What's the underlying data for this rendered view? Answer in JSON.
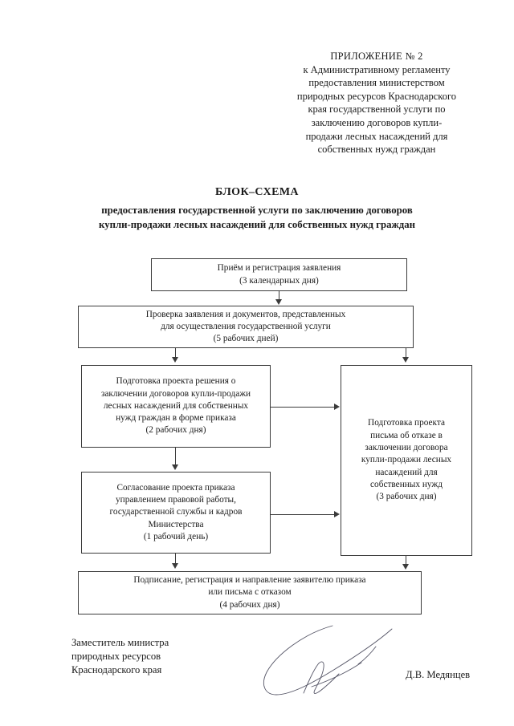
{
  "appendix": {
    "title": "ПРИЛОЖЕНИЕ № 2",
    "lines": [
      "к Административному регламенту",
      "предоставления министерством",
      "природных ресурсов Краснодарского",
      "края государственной услуги по",
      "заключению договоров купли-",
      "продажи лесных насаждений для",
      "собственных нужд граждан"
    ]
  },
  "doc_title": {
    "main": "БЛОК–СХЕМА",
    "sub_line1": "предоставления государственной услуги по заключению договоров",
    "sub_line2": "купли-продажи лесных насаждений для собственных нужд граждан"
  },
  "flowchart": {
    "nodes": [
      {
        "id": "accept",
        "lines": [
          "Приём и регистрация заявления",
          "(3 календарных дня)"
        ]
      },
      {
        "id": "check",
        "lines": [
          "Проверка заявления и документов, представленных",
          "для осуществления государственной услуги",
          "(5 рабочих дней)"
        ]
      },
      {
        "id": "prepare",
        "lines": [
          "Подготовка проекта решения о",
          "заключении договоров купли-продажи",
          "лесных насаждений для собственных",
          "нужд граждан в форме приказа",
          "(2 рабочих дня)"
        ]
      },
      {
        "id": "refusal",
        "lines": [
          "Подготовка проекта",
          "письма об отказе в",
          "заключении договора",
          "купли-продажи лесных",
          "насаждений для",
          "собственных нужд",
          "(3 рабочих дня)"
        ]
      },
      {
        "id": "approve",
        "lines": [
          "Согласование проекта приказа",
          "управлением правовой работы,",
          "государственной службы и кадров",
          "Министерства",
          "(1 рабочий день)"
        ]
      },
      {
        "id": "sign",
        "lines": [
          "Подписание, регистрация и направление заявителю приказа",
          "или письма с отказом",
          "(4 рабочих дня)"
        ]
      }
    ]
  },
  "signature": {
    "role_line1": "Заместитель министра",
    "role_line2": "природных ресурсов",
    "role_line3": "Краснодарского края",
    "name": "Д.В. Медянцев"
  },
  "colors": {
    "ink": "#1a1a1a",
    "line": "#3b3b3b",
    "page": "#ffffff"
  }
}
